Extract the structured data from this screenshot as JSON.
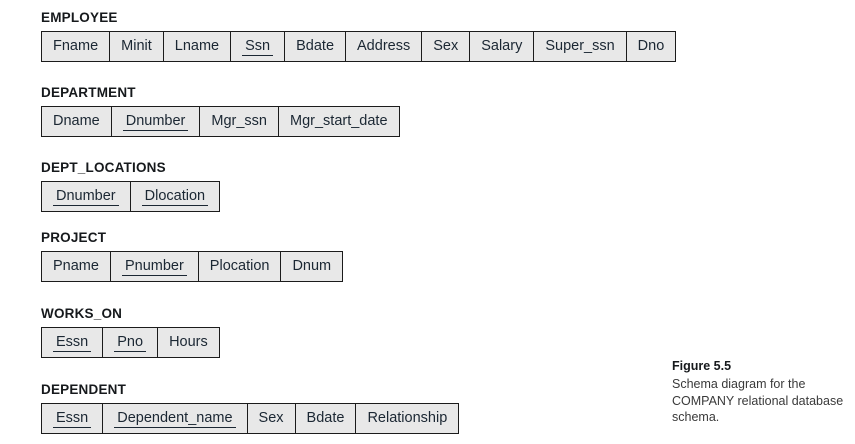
{
  "figure": {
    "title": "Figure 5.5",
    "caption": "Schema diagram for the COMPANY relational database schema."
  },
  "relations": [
    {
      "name": "EMPLOYEE",
      "attributes": [
        {
          "label": "Fname",
          "key": false
        },
        {
          "label": "Minit",
          "key": false
        },
        {
          "label": "Lname",
          "key": false
        },
        {
          "label": "Ssn",
          "key": true
        },
        {
          "label": "Bdate",
          "key": false
        },
        {
          "label": "Address",
          "key": false
        },
        {
          "label": "Sex",
          "key": false
        },
        {
          "label": "Salary",
          "key": false
        },
        {
          "label": "Super_ssn",
          "key": false
        },
        {
          "label": "Dno",
          "key": false
        }
      ]
    },
    {
      "name": "DEPARTMENT",
      "attributes": [
        {
          "label": "Dname",
          "key": false
        },
        {
          "label": "Dnumber",
          "key": true
        },
        {
          "label": "Mgr_ssn",
          "key": false
        },
        {
          "label": "Mgr_start_date",
          "key": false
        }
      ]
    },
    {
      "name": "DEPT_LOCATIONS",
      "attributes": [
        {
          "label": "Dnumber",
          "key": true
        },
        {
          "label": "Dlocation",
          "key": true
        }
      ]
    },
    {
      "name": "PROJECT",
      "attributes": [
        {
          "label": "Pname",
          "key": false
        },
        {
          "label": "Pnumber",
          "key": true
        },
        {
          "label": "Plocation",
          "key": false
        },
        {
          "label": "Dnum",
          "key": false
        }
      ]
    },
    {
      "name": "WORKS_ON",
      "attributes": [
        {
          "label": "Essn",
          "key": true
        },
        {
          "label": "Pno",
          "key": true
        },
        {
          "label": "Hours",
          "key": false
        }
      ]
    },
    {
      "name": "DEPENDENT",
      "attributes": [
        {
          "label": "Essn",
          "key": true
        },
        {
          "label": "Dependent_name",
          "key": true
        },
        {
          "label": "Sex",
          "key": false
        },
        {
          "label": "Bdate",
          "key": false
        },
        {
          "label": "Relationship",
          "key": false
        }
      ]
    }
  ],
  "colors": {
    "page_background": "#ffffff",
    "cell_fill": "#e8e8e8",
    "border": "#1b1b1b",
    "attribute_text": "#1b2733",
    "relation_name_text": "#16191c",
    "caption_text": "#3a3a3a"
  }
}
